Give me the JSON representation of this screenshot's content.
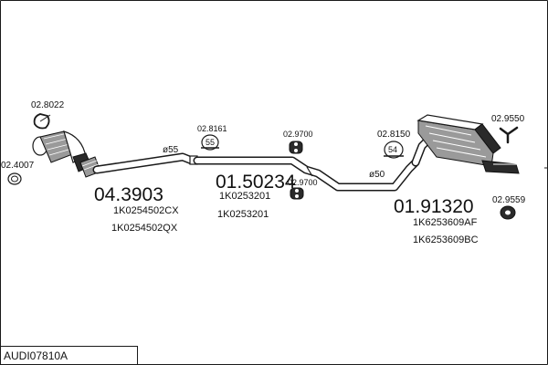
{
  "title": "AUDI07810A",
  "parts": [
    {
      "id": "catalytic-converter",
      "number": "04.3903",
      "oe_numbers": [
        "1K0254502CX",
        "1K0254502QX"
      ]
    },
    {
      "id": "middle-pipe",
      "number": "01.50234",
      "oe_numbers": [
        "1K0253201",
        "1K0253201"
      ]
    },
    {
      "id": "rear-silencer",
      "number": "01.91320",
      "oe_numbers": [
        "1K6253609AF",
        "1K6253609BC"
      ]
    }
  ],
  "accessories": [
    {
      "id": "clamp-front",
      "number": "02.8022"
    },
    {
      "id": "gasket-front",
      "number": "02.4007"
    },
    {
      "id": "clamp-55",
      "number": "02.8161",
      "size": "55"
    },
    {
      "id": "rubber-mount-upper",
      "number": "02.9700"
    },
    {
      "id": "rubber-mount-lower",
      "number": "02.9700"
    },
    {
      "id": "clamp-54",
      "number": "02.8150",
      "size": "54"
    },
    {
      "id": "hanger-rear",
      "number": "02.9550"
    },
    {
      "id": "rubber-ring-rear",
      "number": "02.9559"
    }
  ],
  "diameters": [
    {
      "id": "diameter-front",
      "label": "ø55"
    },
    {
      "id": "diameter-rear",
      "label": "ø50"
    }
  ],
  "colors": {
    "line": "#1a1a1a",
    "fill_dark": "#2a2a2a",
    "fill_grey": "#9a9a9a",
    "background": "#ffffff"
  }
}
